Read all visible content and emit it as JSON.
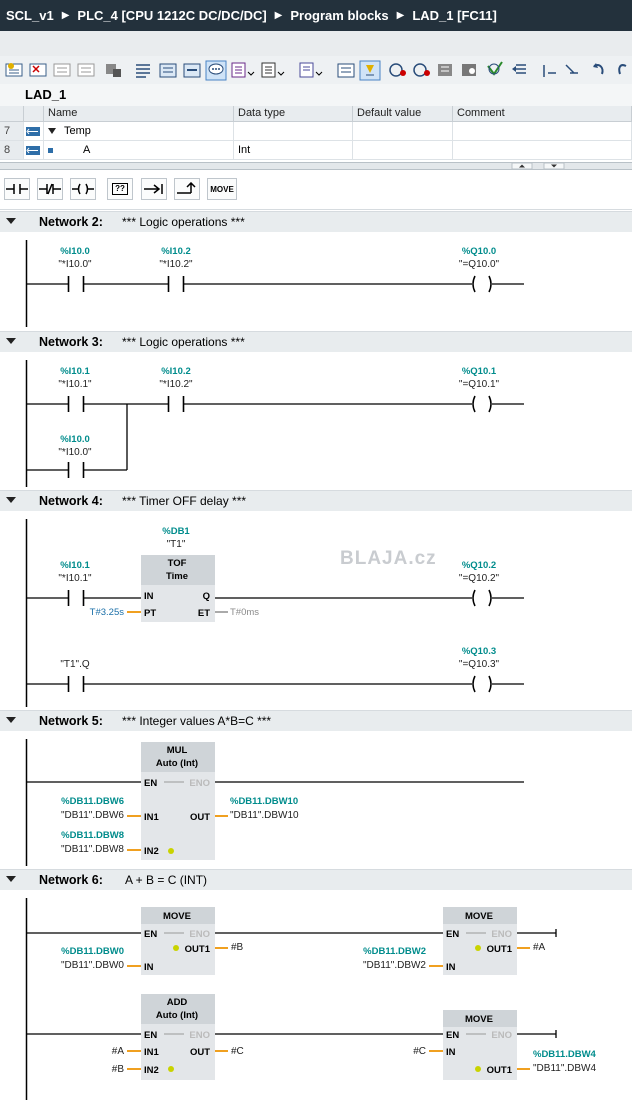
{
  "breadcrumb": {
    "items": [
      "SCL_v1",
      "PLC_4 [CPU 1212C DC/DC/DC]",
      "Program blocks",
      "LAD_1 [FC11]"
    ],
    "separator": "▶"
  },
  "block_title": "LAD_1",
  "interface_table": {
    "columns": [
      "Name",
      "Data type",
      "Default value",
      "Comment"
    ],
    "rows": [
      {
        "num": "7",
        "name": "Temp",
        "datatype": "",
        "expanded": true
      },
      {
        "num": "8",
        "name": "A",
        "datatype": "Int"
      }
    ]
  },
  "lad_toolbar": {
    "move_label": "MOVE",
    "box_label": "??"
  },
  "watermark": "BLAJA.cz",
  "networks": [
    {
      "title": "Network 2:",
      "comment": "*** Logic operations ***",
      "contacts": [
        {
          "tag": "%I10.0",
          "sym": "\"*I10.0\""
        },
        {
          "tag": "%I10.2",
          "sym": "\"*I10.2\""
        }
      ],
      "coil": {
        "tag": "%Q10.0",
        "sym": "\"=Q10.0\""
      }
    },
    {
      "title": "Network 3:",
      "comment": "*** Logic operations ***",
      "contacts": [
        {
          "tag": "%I10.1",
          "sym": "\"*I10.1\""
        },
        {
          "tag": "%I10.2",
          "sym": "\"*I10.2\""
        },
        {
          "tag": "%I10.0",
          "sym": "\"*I10.0\""
        }
      ],
      "coil": {
        "tag": "%Q10.1",
        "sym": "\"=Q10.1\""
      }
    },
    {
      "title": "Network 4:",
      "comment": "*** Timer OFF delay ***",
      "db_tag": "%DB1",
      "db_sym": "\"T1\"",
      "block_type": "TOF",
      "block_subtype": "Time",
      "pins": {
        "in": "IN",
        "pt": "PT",
        "q": "Q",
        "et": "ET"
      },
      "pt_value": "T#3.25s",
      "et_value": "T#0ms",
      "contact": {
        "tag": "%I10.1",
        "sym": "\"*I10.1\""
      },
      "coil": {
        "tag": "%Q10.2",
        "sym": "\"=Q10.2\""
      },
      "contact2": {
        "sym": "\"T1\".Q"
      },
      "coil2": {
        "tag": "%Q10.3",
        "sym": "\"=Q10.3\""
      }
    },
    {
      "title": "Network 5:",
      "comment": "*** Integer values A*B=C ***",
      "block_type": "MUL",
      "block_subtype": "Auto (Int)",
      "pins": {
        "en": "EN",
        "eno": "ENO",
        "in1": "IN1",
        "in2": "IN2",
        "out": "OUT"
      },
      "in1": {
        "tag": "%DB11.DBW6",
        "sym": "\"DB11\".DBW6"
      },
      "in2": {
        "tag": "%DB11.DBW8",
        "sym": "\"DB11\".DBW8"
      },
      "out": {
        "tag": "%DB11.DBW10",
        "sym": "\"DB11\".DBW10"
      }
    },
    {
      "title": "Network 6:",
      "comment": "A + B = C  (INT)",
      "move1": {
        "type": "MOVE",
        "in_tag": "%DB11.DBW0",
        "in_sym": "\"DB11\".DBW0",
        "out": "#B"
      },
      "move2": {
        "type": "MOVE",
        "in_tag": "%DB11.DBW2",
        "in_sym": "\"DB11\".DBW2",
        "out": "#A"
      },
      "add": {
        "type": "ADD",
        "subtype": "Auto (Int)",
        "in1": "#A",
        "in2": "#B",
        "out": "#C"
      },
      "move3": {
        "type": "MOVE",
        "in": "#C",
        "out_tag": "%DB11.DBW4",
        "out_sym": "\"DB11\".DBW4"
      },
      "pins": {
        "en": "EN",
        "eno": "ENO",
        "in": "IN",
        "in1": "IN1",
        "in2": "IN2",
        "out": "OUT",
        "out1": "OUT1"
      }
    }
  ]
}
